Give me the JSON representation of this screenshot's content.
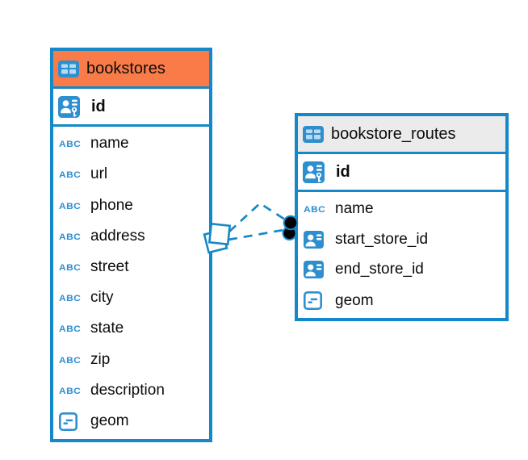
{
  "colors": {
    "accent_blue": "#1588C9",
    "icon_blue": "#2E8FD0",
    "bookstores_header_bg": "#F97C48",
    "routes_header_bg": "#EBEBEB",
    "text": "#0B0B0B",
    "marker_black": "#000000",
    "canvas_bg": "#FFFFFF"
  },
  "tables": [
    {
      "name": "bookstores",
      "icon": "table-icon",
      "primary_key": {
        "label": "id",
        "icon": "person-key-icon"
      },
      "fields": [
        {
          "label": "name",
          "icon": "abc-icon"
        },
        {
          "label": "url",
          "icon": "abc-icon"
        },
        {
          "label": "phone",
          "icon": "abc-icon"
        },
        {
          "label": "address",
          "icon": "abc-icon"
        },
        {
          "label": "street",
          "icon": "abc-icon"
        },
        {
          "label": "city",
          "icon": "abc-icon"
        },
        {
          "label": "state",
          "icon": "abc-icon"
        },
        {
          "label": "zip",
          "icon": "abc-icon"
        },
        {
          "label": "description",
          "icon": "abc-icon"
        },
        {
          "label": "geom",
          "icon": "geometry-icon"
        }
      ]
    },
    {
      "name": "bookstore_routes",
      "icon": "table-icon",
      "primary_key": {
        "label": "id",
        "icon": "person-key-icon"
      },
      "fields": [
        {
          "label": "name",
          "icon": "abc-icon"
        },
        {
          "label": "start_store_id",
          "icon": "person-icon"
        },
        {
          "label": "end_store_id",
          "icon": "person-icon"
        },
        {
          "label": "geom",
          "icon": "geometry-icon"
        }
      ]
    }
  ],
  "connector": {
    "style": "dashed",
    "line_count": 2,
    "from_table": "bookstores",
    "to_table": "bookstore_routes",
    "from_marker": "overlapping-squares",
    "to_marker": "double-black-dot"
  }
}
